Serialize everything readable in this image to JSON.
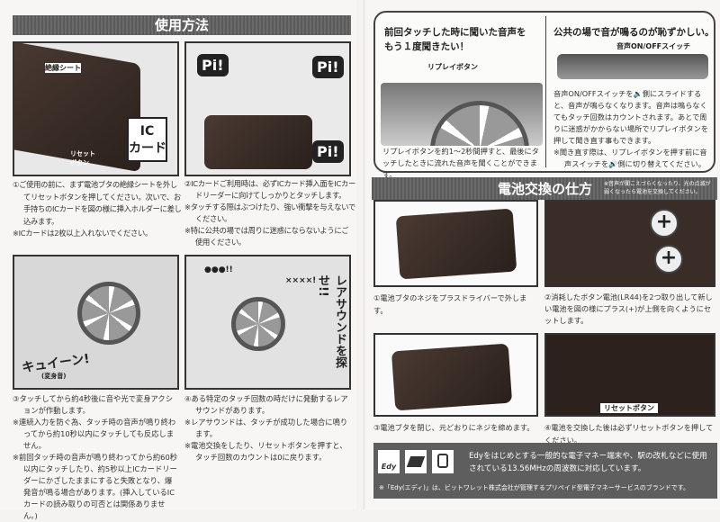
{
  "left": {
    "title": "使用方法",
    "panel1": {
      "labels": {
        "insulation_sheet": "絶縁シート",
        "ic_card": "IC\nカード",
        "reset_button": "リセット\nボタン"
      }
    },
    "panel2": {
      "labels": {
        "pi1": "Pi!",
        "pi2": "Pi!",
        "pi3": "Pi!"
      }
    },
    "panel3": {
      "labels": {
        "sound": "キュイーン!",
        "sound_note": "(変身音)"
      }
    },
    "panel4": {
      "labels": {
        "rare": "レアサウンドを探せ!!",
        "shout1": "●●●!!",
        "shout2": "××××!"
      }
    },
    "step1": [
      "①ご使用の前に、まず電池ブタの絶縁シートを外してリセットボタンを押してください。次いで、お手持ちのICカードを図の様に挿入ホルダーに差し込みます。",
      "※ICカードは2枚以上入れないでください。"
    ],
    "step2": [
      "②ICカードご利用時は、必ずICカード挿入面をICカードリーダーに向けてしっかりとタッチします。",
      "※タッチする際はぶつけたり、強い衝撃を与えないでください。",
      "※特に公共の場では周りに迷惑にならないようにご使用ください。"
    ],
    "step3": [
      "③タッチしてから約4秒後に音や光で変身アクションが作動します。",
      "※連続入力を防ぐ為、タッチ時の音声が鳴り終わってから約10秒以内にタッチしても反応しません。",
      "※前回タッチ時の音声が鳴り終わってから約60秒以内にタッチしたり、約5秒以上ICカードリーダーにかざしたままにすると失敗となり、爆発音が鳴る場合があります。(挿入しているICカードの読み取りの可否とは関係ありません。)"
    ],
    "step4": [
      "④ある特定のタッチ回数の時だけに発動するレアサウンドがあります。",
      "※レアサウンドは、タッチが成功した場合に鳴ります。",
      "※電池交換をしたり、リセットボタンを押すと、タッチ回数のカウントは0に戻ります。"
    ]
  },
  "right": {
    "replay": {
      "heading": "前回タッチした時に聞いた音声をもう１度聞きたい！",
      "label": "リプレイボタン",
      "text": "リプレイボタンを約1〜2秒間押すと、最後にタッチしたときに流れた音声を聞くことができます。"
    },
    "mute": {
      "heading": "公共の場で音が鳴るのが恥ずかしい。",
      "label": "音声ON/OFFスイッチ",
      "text": [
        "音声ON/OFFスイッチを🔈側にスライドすると、音声が鳴らなくなります。音声は鳴らなくてもタッチ回数はカウントされます。あとで周りに迷惑がかからない場所でリプレイボタンを押して聞き直す事もできます。",
        "※聞き直す際は、リプレイボタンを押す前に音声スイッチを🔊側に切り替えてください。"
      ]
    },
    "battery": {
      "title": "電池交換の仕方",
      "note": "※音声が聞こえづらくなったり、光の点滅が弱くなったら電池を交換してください。",
      "step1": "①電池ブタのネジをプラスドライバーで外します。",
      "step2": "②消耗したボタン電池(LR44)を2つ取り出して新しい電池を図の様にプラス(+)が上側を向くようにセットします。",
      "step3": "③電池ブタを閉じ、元どおりにネジを締めます。",
      "step4": "④電池を交換した後は必ずリセットボタンを押してください。",
      "reset_label": "リセットボタン",
      "plus1": "+",
      "plus2": "+"
    },
    "edy": {
      "logo": "Edy",
      "text": "Edyをはじめとする一般的な電子マネー端末や、駅の改札などに使用されている13.56MHzの周波数に対応しています。",
      "note": "※「Edy(エディ)」は、ビットワレット株式会社が管理するプリペイド型電子マネーサービスのブランドです。"
    }
  }
}
